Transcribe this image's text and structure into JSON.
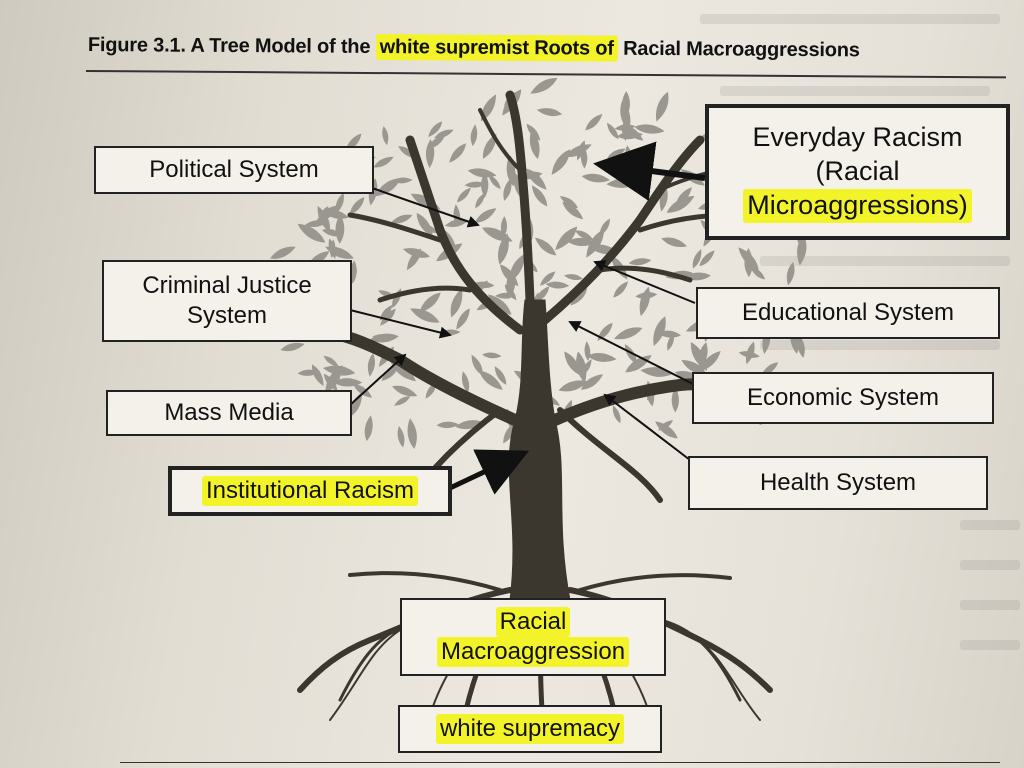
{
  "caption": {
    "prefix": "Figure 3.1. A Tree Model of the ",
    "highlight": "white supremist Roots of",
    "suffix": " Racial Macroaggressions"
  },
  "labels": {
    "political": "Political System",
    "criminal_line1": "Criminal Justice",
    "criminal_line2": "System",
    "media": "Mass Media",
    "institutional": "Institutional Racism",
    "everyday_line1": "Everyday Racism",
    "everyday_line2": "(Racial",
    "everyday_line3": "Microaggressions)",
    "educational": "Educational System",
    "economic": "Economic System",
    "health": "Health System",
    "macro_line1": "Racial",
    "macro_line2": "Macroaggression",
    "supremacy": "white supremacy"
  },
  "colors": {
    "highlight": "#f3f32a",
    "trunk": "#3b372f",
    "leaves": "#9a9790"
  }
}
